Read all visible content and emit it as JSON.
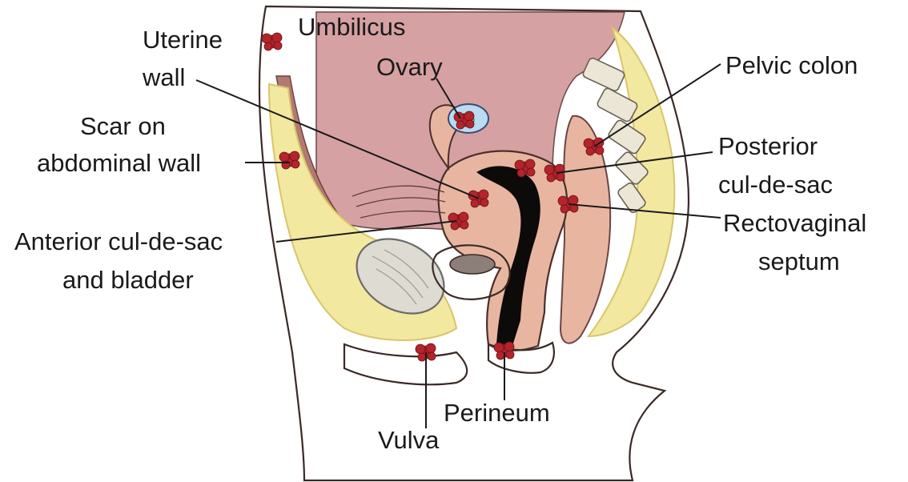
{
  "labels": {
    "umbilicus": "Umbilicus",
    "uterine_wall": [
      "Uterine",
      "wall"
    ],
    "ovary": "Ovary",
    "scar": [
      "Scar on",
      "abdominal wall"
    ],
    "anterior": [
      "Anterior cul-de-sac",
      "and bladder"
    ],
    "pelvic_colon": "Pelvic colon",
    "posterior": [
      "Posterior",
      "cul-de-sac"
    ],
    "rectovaginal": [
      "Rectovaginal",
      "septum"
    ],
    "perineum": "Perineum",
    "vulva": "Vulva"
  },
  "colors": {
    "skin": "#f6d7bd",
    "cavity": "#d6a1a2",
    "fat": "#f3e8a0",
    "fat_outline": "#d9c56a",
    "muscle": "#b27a73",
    "uterus": "#e8b6a0",
    "lumen": "#0d0a0a",
    "lesion": "#b3242c",
    "bone": "#ece6d6",
    "ovary_blue": "#b9dcf1",
    "bladder": "#dedbd3"
  }
}
